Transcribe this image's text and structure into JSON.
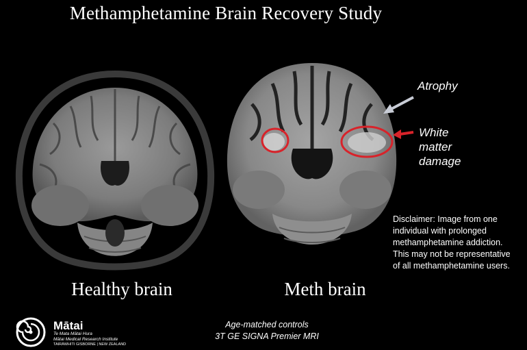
{
  "title": "Methamphetamine Brain Recovery Study",
  "captions": {
    "healthy": "Healthy brain",
    "meth": "Meth brain"
  },
  "annotations": {
    "atrophy": "Atrophy",
    "white_matter_line1": "White",
    "white_matter_line2": "matter",
    "white_matter_line3": "damage"
  },
  "disclaimer": {
    "line1": "Disclaimer: Image from one",
    "line2": "individual with prolonged",
    "line3": "methamphetamine addiction.",
    "line4": "This may not be representative",
    "line5": "of all methamphetamine users."
  },
  "footnote": {
    "line1": "Age-matched controls",
    "line2": "3T GE SIGNA Premier MRI"
  },
  "logo": {
    "name": "Mātai",
    "line1": "Te Mata Mātai Hura",
    "line2": "Mātai Medical Research Institute",
    "line3": "TAIRĀWHITI GISBORNE | NEW ZEALAND"
  },
  "colors": {
    "background": "#000000",
    "highlight_red": "#d8232a",
    "arrow_grey": "#c8ccd6",
    "text": "#ffffff"
  }
}
